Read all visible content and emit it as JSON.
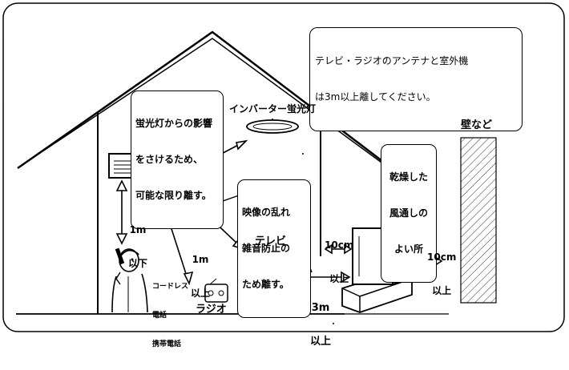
{
  "notice": {
    "line1": "テレビ・ラジオのアンテナと室外機",
    "line2": "は3m以上離してください。"
  },
  "callouts": {
    "fluorescent_advice": {
      "line1": "蛍光灯からの影響",
      "line2": "をさけるため、",
      "line3": "可能な限り離す。"
    },
    "interference_advice": {
      "line1": "映像の乱れ",
      "line2": "雑音防止の",
      "line3": "ため離す。"
    },
    "outdoor_advice": {
      "line1": "乾燥した",
      "line2": "風通しの",
      "line3": "よい所"
    }
  },
  "labels": {
    "inverter_light": "インバーター蛍光灯",
    "wall": "壁など",
    "tv": "テレビ",
    "radio": "ラジオ",
    "phones": {
      "line1": "コードレス",
      "line2": "電話",
      "line3": "携帯電話"
    }
  },
  "distances": {
    "ac_phone": {
      "line1": "1m",
      "line2": "以下"
    },
    "ac_tv": {
      "line1": "1m",
      "line2": "以上"
    },
    "tv_outdoor": {
      "line1": "3m",
      "line2": "以上"
    },
    "outdoor_house": {
      "line1": "10cm",
      "line2": "以上"
    },
    "outdoor_wall": {
      "line1": "10cm",
      "line2": "以上"
    }
  }
}
